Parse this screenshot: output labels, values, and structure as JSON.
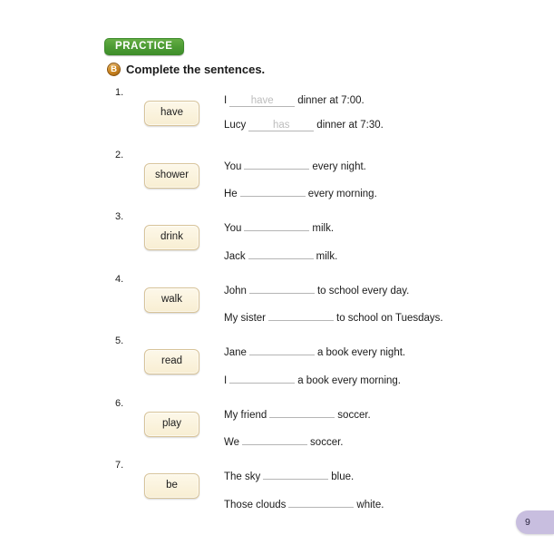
{
  "banner": {
    "label": "PRACTICE"
  },
  "instruction": {
    "letter": "B",
    "text": "Complete the sentences."
  },
  "exercises": [
    {
      "number": "1.",
      "word": "have",
      "lines": [
        {
          "pre": "I",
          "answer": "have",
          "post": "dinner at 7:00."
        },
        {
          "pre": "Lucy",
          "answer": "has",
          "post": "dinner at 7:30."
        }
      ]
    },
    {
      "number": "2.",
      "word": "shower",
      "lines": [
        {
          "pre": "You",
          "answer": "",
          "post": "every night."
        },
        {
          "pre": "He",
          "answer": "",
          "post": "every morning."
        }
      ]
    },
    {
      "number": "3.",
      "word": "drink",
      "lines": [
        {
          "pre": "You",
          "answer": "",
          "post": "milk."
        },
        {
          "pre": "Jack",
          "answer": "",
          "post": "milk."
        }
      ]
    },
    {
      "number": "4.",
      "word": "walk",
      "lines": [
        {
          "pre": "John",
          "answer": "",
          "post": "to school every day."
        },
        {
          "pre": "My sister",
          "answer": "",
          "post": "to school on Tuesdays."
        }
      ]
    },
    {
      "number": "5.",
      "word": "read",
      "lines": [
        {
          "pre": "Jane",
          "answer": "",
          "post": "a book every night."
        },
        {
          "pre": "I",
          "answer": "",
          "post": "a book every morning."
        }
      ]
    },
    {
      "number": "6.",
      "word": "play",
      "lines": [
        {
          "pre": "My friend",
          "answer": "",
          "post": "soccer."
        },
        {
          "pre": "We",
          "answer": "",
          "post": "soccer."
        }
      ]
    },
    {
      "number": "7.",
      "word": "be",
      "lines": [
        {
          "pre": "The sky",
          "answer": "",
          "post": "blue."
        },
        {
          "pre": "Those clouds",
          "answer": "",
          "post": "white."
        }
      ]
    }
  ],
  "page_tab": {
    "page_number": "9"
  },
  "colors": {
    "banner_green": "#4e9c35",
    "badge_orange": "#c8821f",
    "word_box_cream": "#f8eed2",
    "word_box_border": "#d8c49a",
    "page_tab_lavender": "#c8bedf",
    "blank_line": "#b5b5b5",
    "prefilled_text": "#bdbdbd"
  }
}
